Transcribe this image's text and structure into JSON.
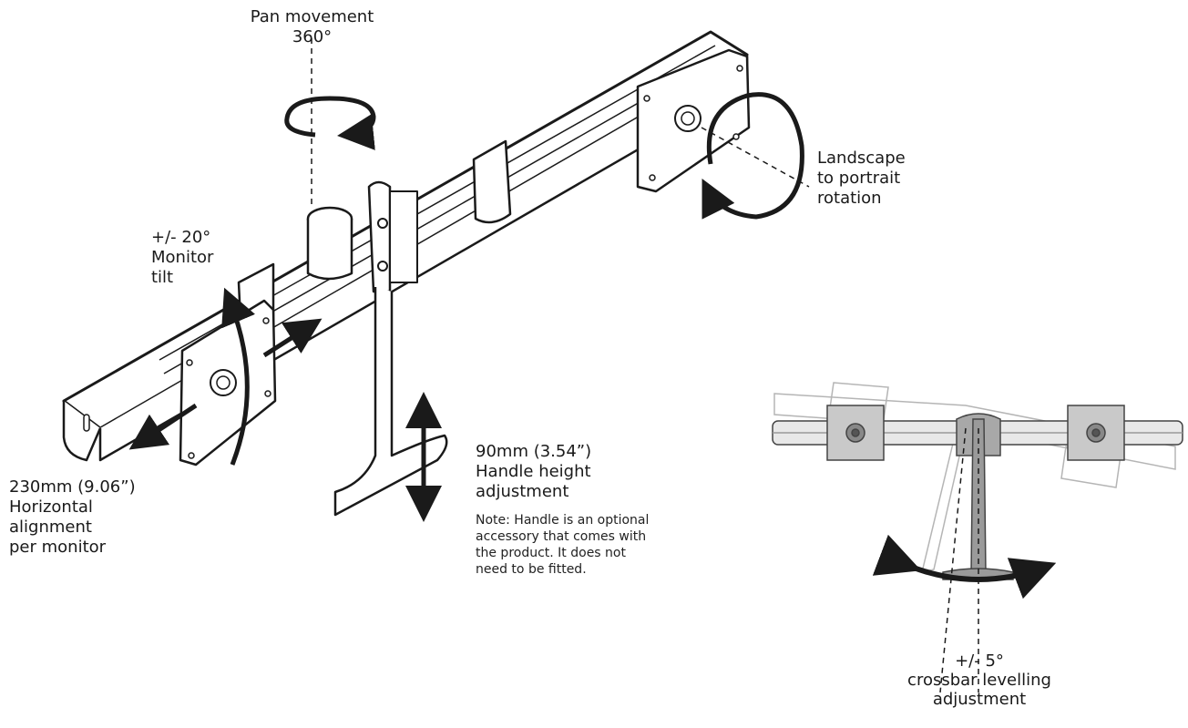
{
  "labels": {
    "pan_line1": "Pan movement",
    "pan_line2": "360°",
    "landscape_line1": "Landscape",
    "landscape_line2": "to portrait",
    "landscape_line3": "rotation",
    "tilt_line1": "+/- 20°",
    "tilt_line2": "Monitor",
    "tilt_line3": "tilt",
    "horizontal_line1": "230mm (9.06”)",
    "horizontal_line2": "Horizontal",
    "horizontal_line3": "alignment",
    "horizontal_line4": "per monitor",
    "handle_line1": "90mm (3.54”)",
    "handle_line2": "Handle height",
    "handle_line3": "adjustment",
    "note_line1": "Note: Handle is an optional",
    "note_line2": "accessory that comes with",
    "note_line3": "the product. It does not",
    "note_line4": "need to be fitted.",
    "crossbar_line1": "+/- 5°",
    "crossbar_line2": "crossbar levelling",
    "crossbar_line3": "adjustment"
  },
  "colors": {
    "ink": "#1a1a1a",
    "ghost": "#b5b5b5",
    "metal": "#9a9a9a",
    "metal_dark": "#6f6f6f"
  }
}
